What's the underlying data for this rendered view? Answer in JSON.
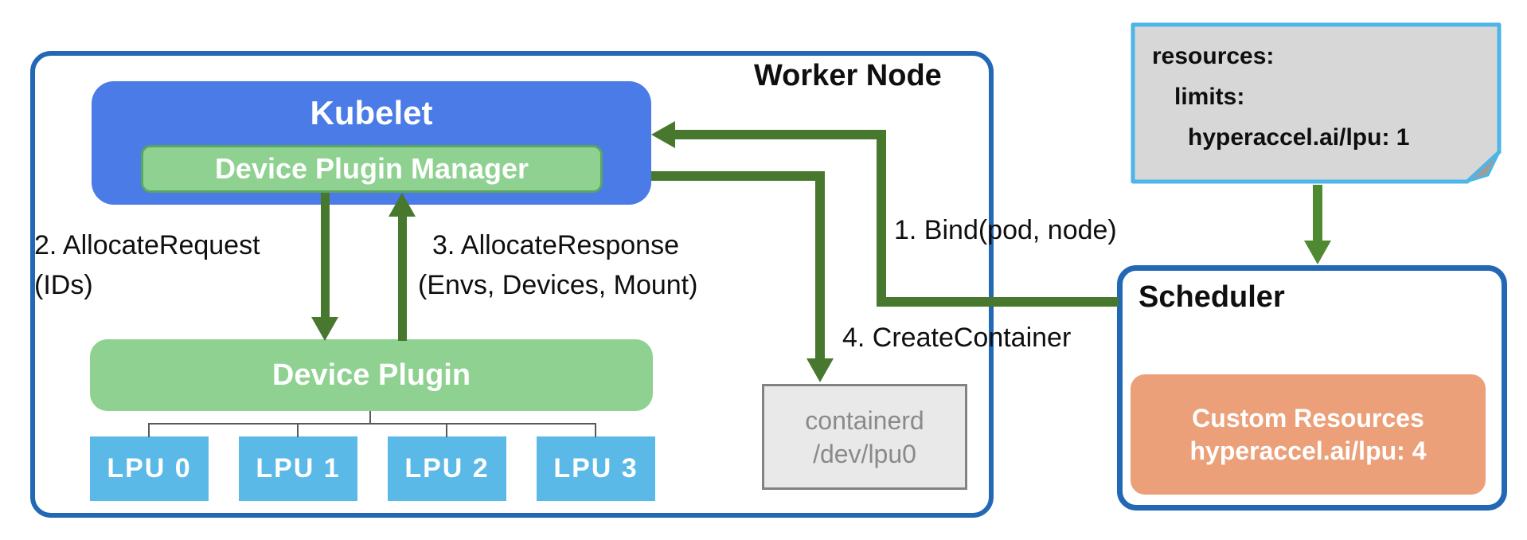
{
  "diagram": {
    "worker_node": {
      "label": "Worker Node"
    },
    "kubelet": {
      "label": "Kubelet"
    },
    "device_plugin_manager": {
      "label": "Device Plugin Manager"
    },
    "device_plugin": {
      "label": "Device Plugin"
    },
    "lpus": [
      {
        "label": "LPU 0"
      },
      {
        "label": "LPU 1"
      },
      {
        "label": "LPU 2"
      },
      {
        "label": "LPU 3"
      }
    ],
    "containerd": {
      "line1": "containerd",
      "line2": "/dev/lpu0"
    },
    "scheduler": {
      "label": "Scheduler"
    },
    "custom_resources": {
      "line1": "Custom Resources",
      "line2": "hyperaccel.ai/lpu: 4"
    },
    "pod_spec_note": {
      "line1": "resources:",
      "line2": "limits:",
      "line3": "hyperaccel.ai/lpu: 1"
    },
    "flow_labels": {
      "bind": "1. Bind(pod, node)",
      "allocate_request": "2. AllocateRequest",
      "allocate_request_detail": "(IDs)",
      "allocate_response": "3. AllocateResponse",
      "allocate_response_detail": "(Envs, Devices, Mount)",
      "create_container": "4. CreateContainer"
    },
    "colors": {
      "node_border_blue": "#2368B5",
      "kubelet_blue": "#4A7BE7",
      "plugin_green": "#8ED190",
      "plugin_green_border": "#5AA660",
      "lpu_blue": "#5BB9E7",
      "custom_resources_orange": "#EBA07A",
      "note_gray": "#D7D7D7",
      "note_border_blue": "#4DB5E8",
      "containerd_gray": "#E9E9E9",
      "arrow_green": "#47782E"
    }
  }
}
